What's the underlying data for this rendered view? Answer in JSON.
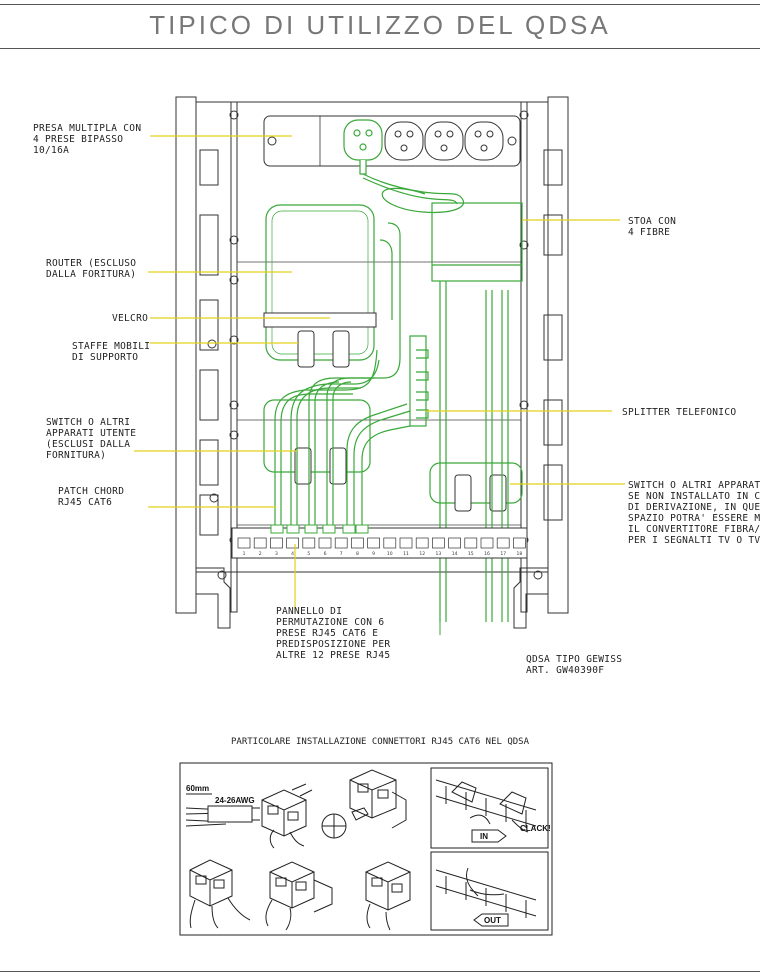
{
  "title": "TIPICO DI UTILIZZO DEL QDSA",
  "labels": {
    "presa_multipla": [
      "PRESA MULTIPLA CON",
      "4 PRESE BIPASSO",
      "10/16A"
    ],
    "router": [
      "ROUTER (ESCLUSO",
      "DALLA FORITURA)"
    ],
    "velcro": [
      "VELCRO"
    ],
    "staffe": [
      "STAFFE MOBILI",
      "DI SUPPORTO"
    ],
    "switch_utente": [
      "SWITCH O ALTRI",
      "APPARATI UTENTE",
      "(ESCLUSI DALLA",
      "FORNITURA)"
    ],
    "patch_chord": [
      "PATCH CHORD",
      "RJ45 CAT6"
    ],
    "pannello": [
      "PANNELLO DI",
      "PERMUTAZIONE CON 6",
      "PRESE RJ45 CAT6 E",
      "PREDISPOSIZIONE PER",
      "ALTRE 12 PRESE RJ45"
    ],
    "stoa": [
      "STOA CON",
      "4 FIBRE"
    ],
    "splitter": [
      "SPLITTER TELEFONICO"
    ],
    "switch_apparati": [
      "SWITCH O ALTRI APPARATI",
      "SE NON INSTALLATO IN CA",
      "DI DERIVAZIONE, IN QUEST",
      "SPAZIO POTRA' ESSERE M",
      "IL CONVERTITORE FIBRA/C",
      "PER I SEGNALTI TV O TV/"
    ],
    "qdsa": [
      "QDSA TIPO GEWISS",
      "ART. GW40390F"
    ]
  },
  "panel_numbers": [
    "1",
    "2",
    "3",
    "4",
    "5",
    "6",
    "7",
    "8",
    "9",
    "10",
    "11",
    "12",
    "13",
    "14",
    "15",
    "16",
    "17",
    "18"
  ],
  "detail": {
    "caption": "PARTICOLARE INSTALLAZIONE CONNETTORI RJ45 CAT6 NEL QDSA",
    "dim_60mm": "60mm",
    "awg": "24-26AWG",
    "in": "IN",
    "clack": "CLACK!",
    "out": "OUT"
  },
  "colors": {
    "cable_green": "#3aa83a",
    "leader_yellow": "#e3d21a",
    "outline": "#333333"
  }
}
